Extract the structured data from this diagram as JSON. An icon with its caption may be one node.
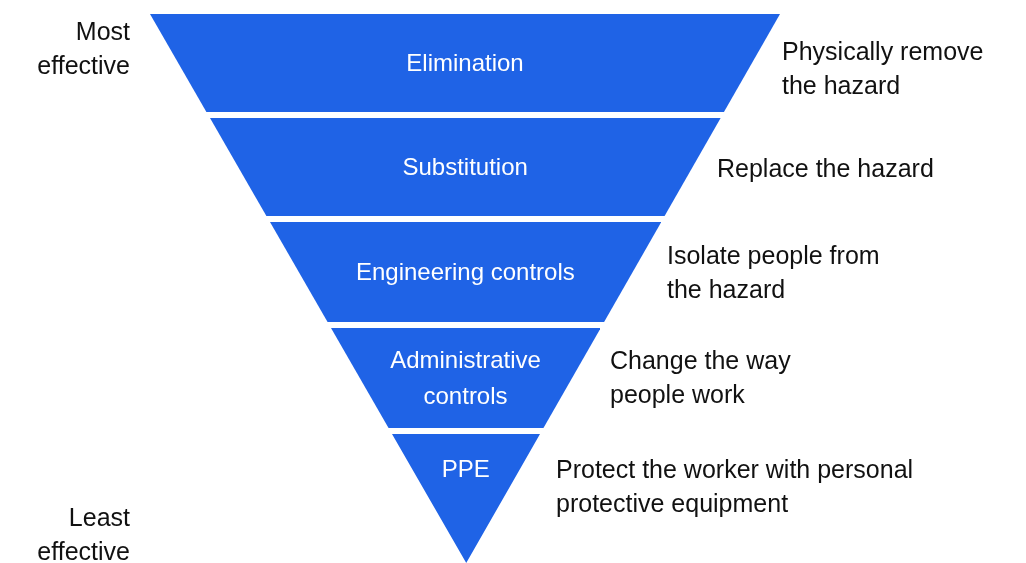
{
  "diagram": {
    "nodes": [
      {
        "text": [
          "Elimination"
        ],
        "beside": [
          "Physically remove the hazard"
        ]
      },
      {
        "text": [
          "Substitution"
        ],
        "beside": [
          "Replace the hazard"
        ]
      },
      {
        "text": [
          "Engineering controls"
        ],
        "beside": [
          "Isolate people from the hazard"
        ]
      },
      {
        "text": [
          "Administrative controls"
        ],
        "beside": [
          "Change the way people work"
        ]
      },
      {
        "text": [
          "PPE"
        ],
        "beside": [
          "Protect the worker with personal protective equipment"
        ]
      }
    ],
    "edges": [],
    "labels": [
      "Most effective",
      "Least effective"
    ]
  }
}
